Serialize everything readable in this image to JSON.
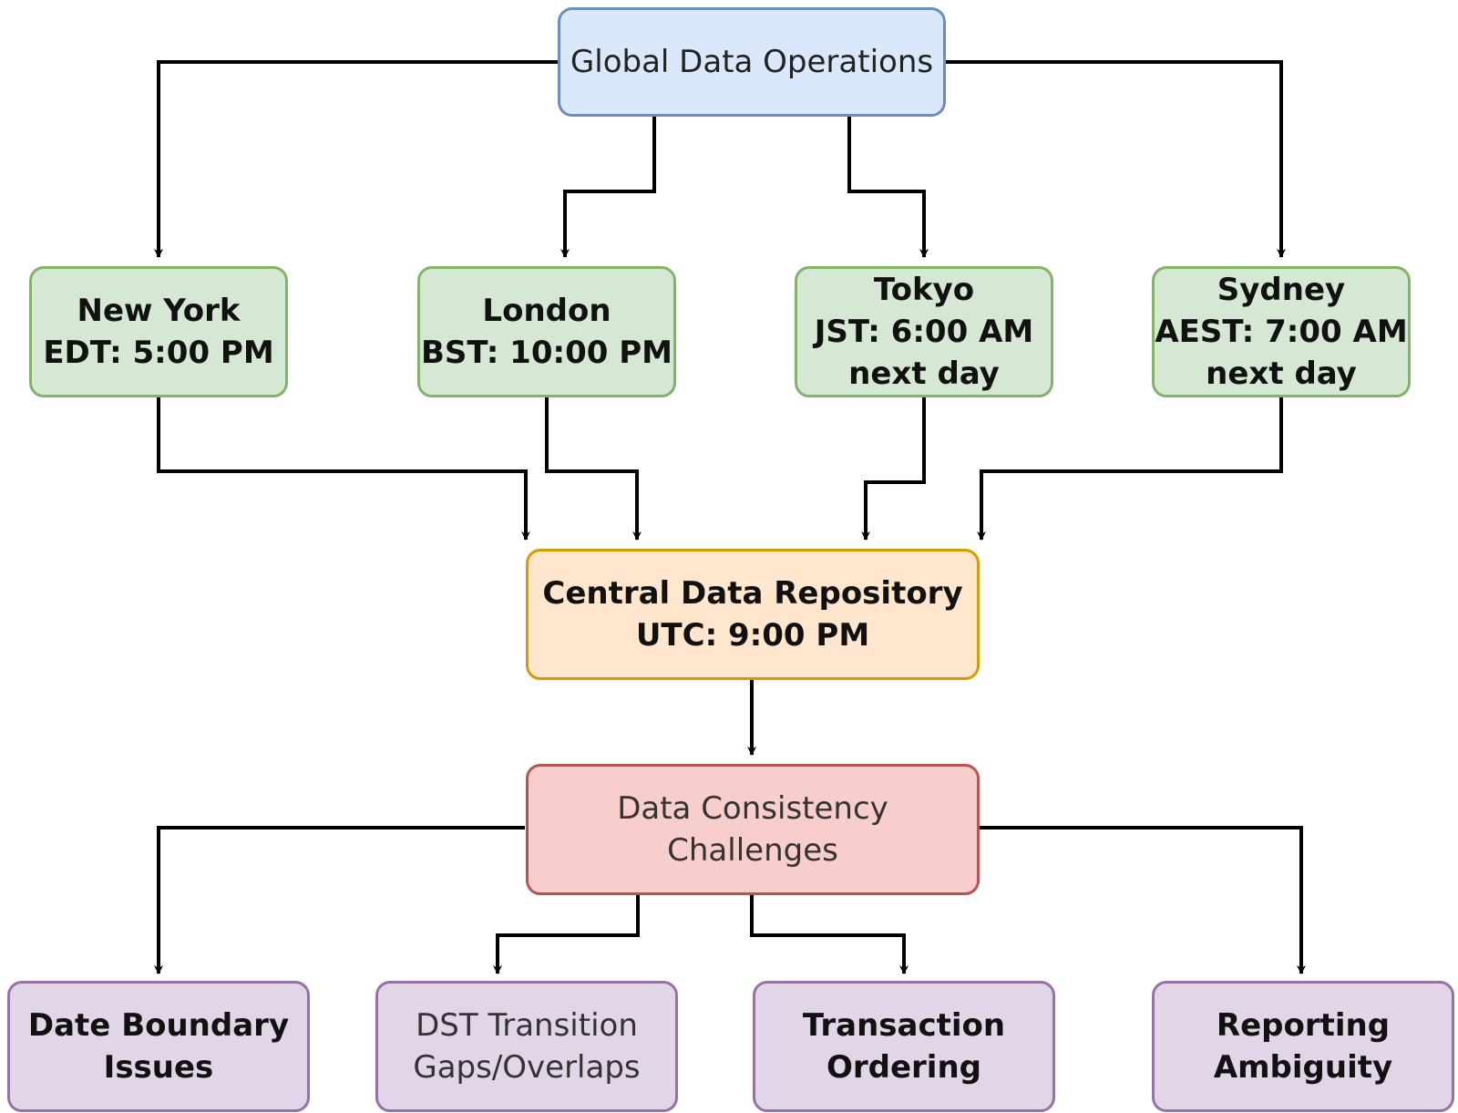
{
  "top": {
    "label": "Global Data Operations"
  },
  "cities": [
    {
      "name": "New York",
      "time": "EDT: 5:00 PM",
      "extra": ""
    },
    {
      "name": "London",
      "time": "BST: 10:00 PM",
      "extra": ""
    },
    {
      "name": "Tokyo",
      "time": "JST: 6:00 AM",
      "extra": "next day"
    },
    {
      "name": "Sydney",
      "time": "AEST: 7:00 AM",
      "extra": "next day"
    }
  ],
  "repository": {
    "line1": "Central Data Repository",
    "line2": "UTC: 9:00 PM"
  },
  "challenges": {
    "line1": "Data Consistency",
    "line2": "Challenges"
  },
  "issues": [
    {
      "line1": "Date Boundary",
      "line2": "Issues"
    },
    {
      "line1": "DST Transition",
      "line2": "Gaps/Overlaps"
    },
    {
      "line1": "Transaction",
      "line2": "Ordering"
    },
    {
      "line1": "Reporting",
      "line2": "Ambiguity"
    }
  ],
  "colors": {
    "operations": "#dae8fc",
    "cities": "#d5e8d4",
    "repository": "#ffe6cc",
    "challenges": "#f8cecc",
    "issues": "#e1d5e7",
    "edges": "#000000"
  }
}
